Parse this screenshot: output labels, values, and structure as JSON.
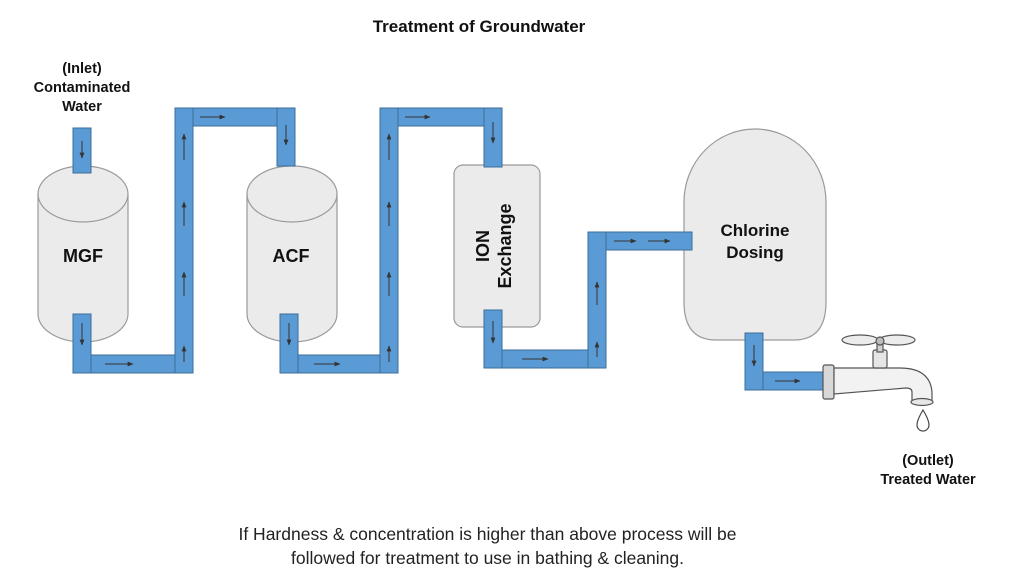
{
  "title": "Treatment of Groundwater",
  "inlet": {
    "line1": "(Inlet)",
    "line2": "Contaminated",
    "line3": "Water"
  },
  "outlet": {
    "line1": "(Outlet)",
    "line2": "Treated Water"
  },
  "units": {
    "mgf": "MGF",
    "acf": "ACF",
    "ion_line1": "ION",
    "ion_line2": "Exchange",
    "chlorine_line1": "Chlorine",
    "chlorine_line2": "Dosing"
  },
  "footer": {
    "line1": "If Hardness & concentration is higher than above process will be",
    "line2": "followed for treatment to use in bathing & cleaning."
  },
  "colors": {
    "pipe": "#5b9bd5",
    "pipe_border": "#3b6e99",
    "tank": "#ebebeb",
    "tank_border": "#9a9a9a",
    "arrow": "#333333"
  },
  "icons": [
    "water-tap-icon",
    "water-drop-icon",
    "flow-arrow-icon"
  ]
}
